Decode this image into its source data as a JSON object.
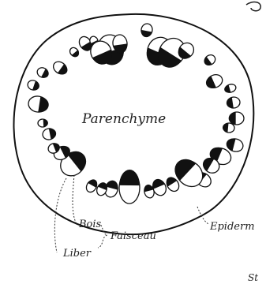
{
  "figure": {
    "labels": {
      "parenchyme": "Parenchyme",
      "epidermis": "Epiderm",
      "bois": "Bois",
      "faisceau": "Faisceau",
      "liber": "Liber",
      "footer_fragment": "St"
    }
  },
  "colors": {
    "ink": "#111111",
    "paper": "#ffffff"
  }
}
